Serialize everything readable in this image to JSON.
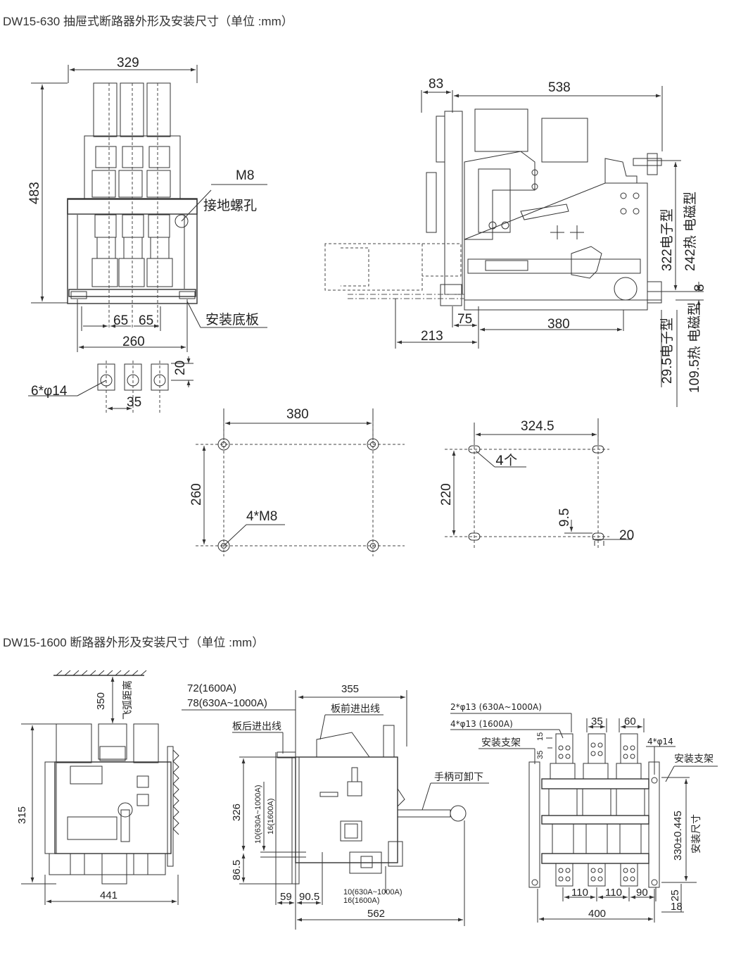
{
  "titles": {
    "top": "DW15-630 抽屉式断路器外形及安装尺寸（单位 :mm）",
    "bottom": "DW15-1600 断路器外形及安装尺寸（单位 :mm）"
  },
  "top_front": {
    "width": "329",
    "height": "483",
    "bolt": "M8",
    "ground_hole": "接地螺孔",
    "pitch1": "65",
    "pitch2": "65",
    "base_width": "260",
    "base_plate": "安装底板",
    "terminal_h": "20",
    "holes": "6*φ14",
    "terminal_pitch": "35"
  },
  "top_side": {
    "d83": "83",
    "d538": "538",
    "d322": "322电子型",
    "d242": "242热 电磁型",
    "d8": "8",
    "d75": "75",
    "d380": "380",
    "d213": "213",
    "d29": "29.5电子型",
    "d109": "109.5热 电磁型"
  },
  "mount_left": {
    "w": "380",
    "h": "260",
    "holes": "4*M8"
  },
  "mount_right": {
    "w": "324.5",
    "h": "220",
    "holes": "4个",
    "d95": "9.5",
    "d20": "20"
  },
  "bottom_front": {
    "d350": "350",
    "arc": "飞弧距离",
    "d315": "315",
    "d441": "441"
  },
  "bottom_side": {
    "a72": "72(1600A)",
    "a78": "78(630A~1000A)",
    "d355": "355",
    "rear": "板后进出线",
    "front": "板前进出线",
    "handle": "手柄可卸下",
    "d326": "326",
    "v10": "10(630A~1000A)",
    "v16": "16(1600A)",
    "d86": "86.5",
    "d59": "59",
    "d90": "90.5",
    "b10": "10(630A~1000A)",
    "b16": "16(1600A)",
    "d562": "562"
  },
  "bottom_rear": {
    "h2": "2*φ13 (630A~1000A)",
    "h4": "4*φ13 (1600A)",
    "d35": "35",
    "d60": "60",
    "bracket_l": "安装支架",
    "bracket_r": "安装支架",
    "d4": "4*φ14",
    "d15": "15",
    "d35v": "35",
    "d330": "330±0.445",
    "mount": "安装尺寸",
    "d110a": "110",
    "d110b": "110",
    "d90": "90",
    "d25": "25",
    "d18": "18",
    "d400": "400"
  }
}
